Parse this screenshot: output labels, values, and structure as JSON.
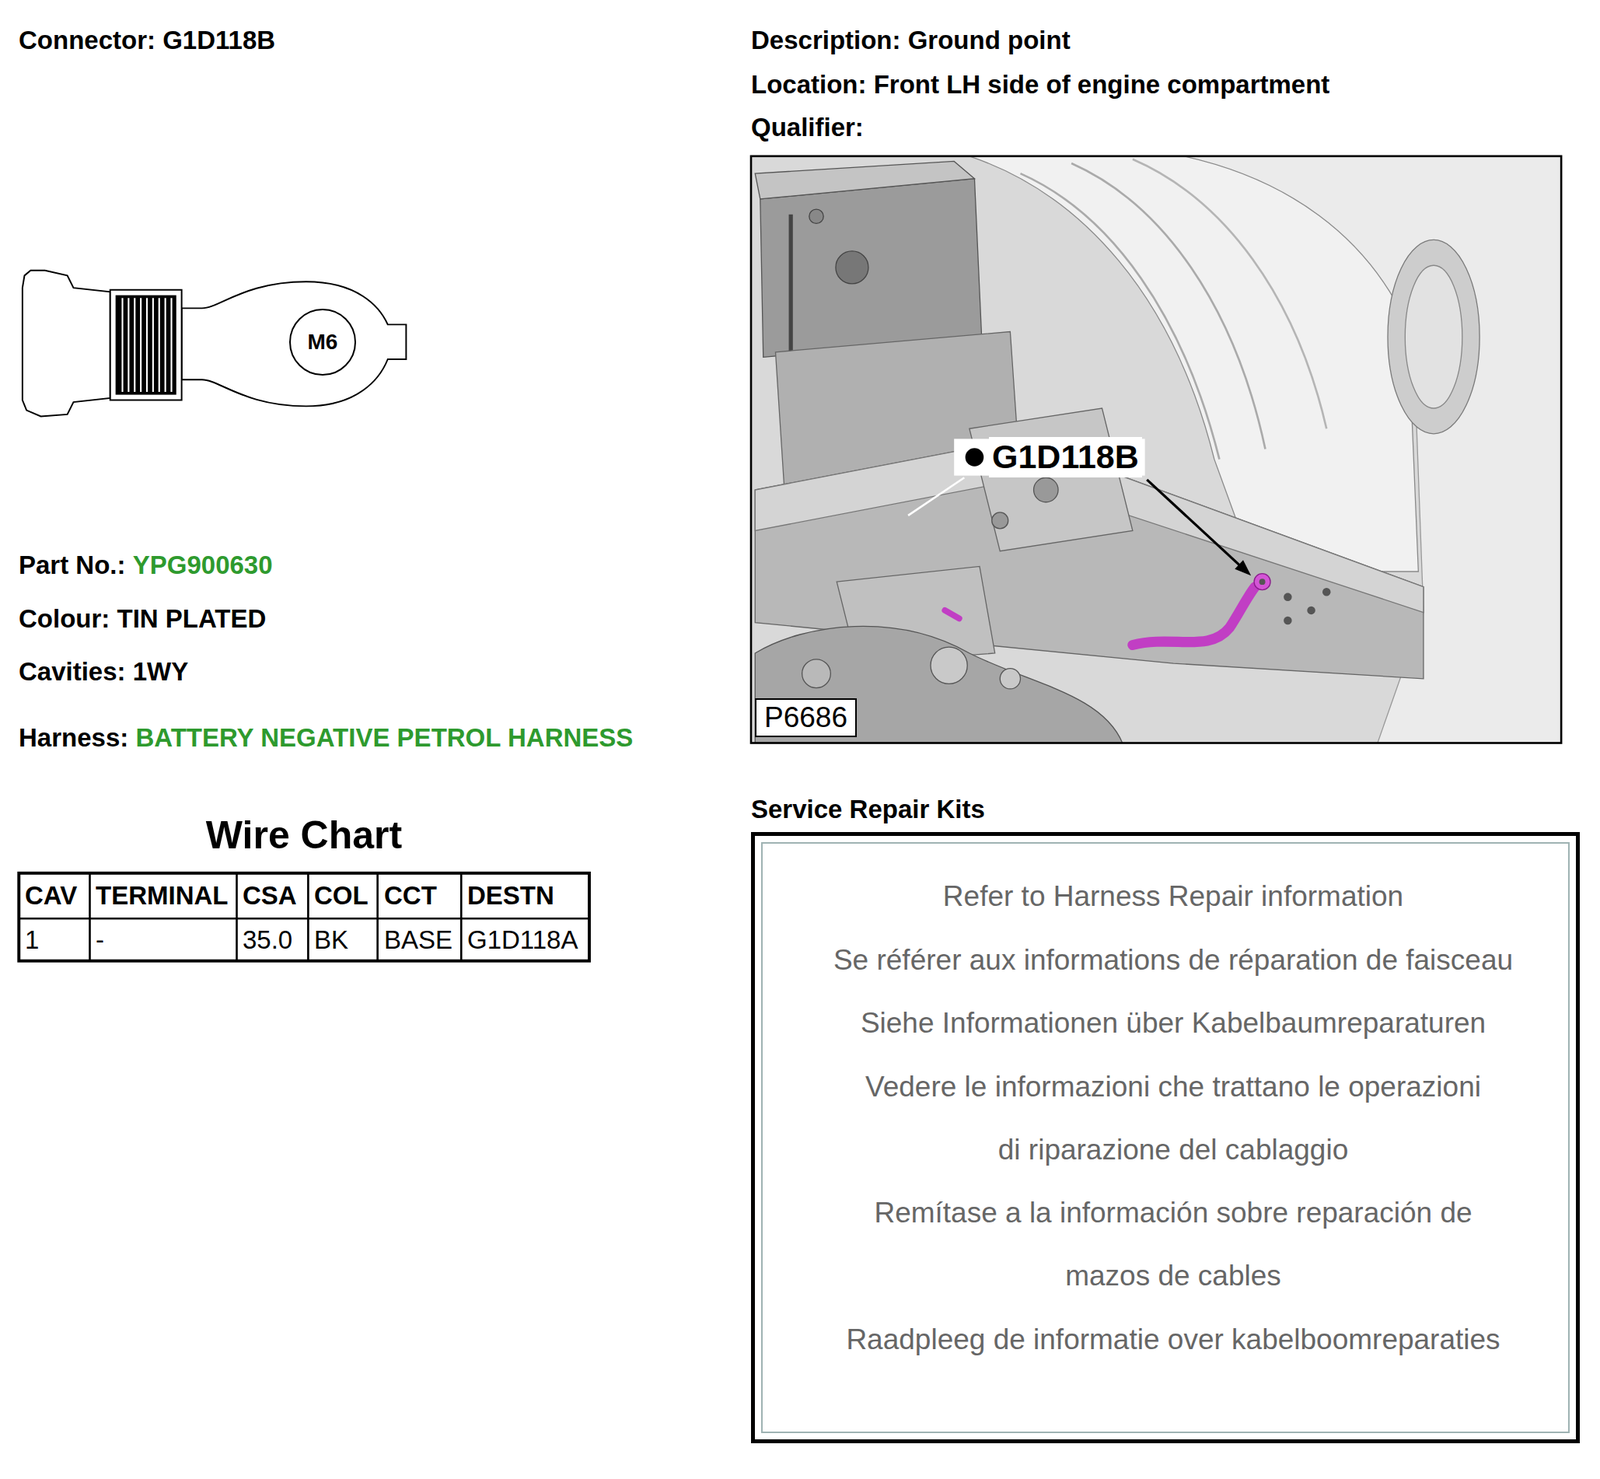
{
  "diagram": {
    "nodes": [
      {
        "text": [
          "M6"
        ]
      },
      {
        "text": [
          "P6686"
        ]
      },
      {
        "text": [
          "Service Repair Kits",
          "Refer to Harness Repair information",
          "Se référer aux informations de réparation de faisceau",
          "Siehe Informationen über Kabelbaumreparaturen",
          "Vedere le informazioni che trattano le operazioni di riparazione del cablaggio",
          "Remítase a la información sobre reparación de mazos de cables",
          "Raadpleeg de informatie over kabelboomreparaties"
        ]
      }
    ],
    "labels": [
      "Connector: G1D118B",
      "Description: Ground point",
      "Location: Front LH side of engine compartment",
      "Qualifier:",
      "Part No.:",
      "YPG900630",
      "Colour: TIN PLATED",
      "Cavities: 1WY",
      "Harness:",
      "BATTERY NEGATIVE PETROL HARNESS",
      "Wire Chart",
      "CAV",
      "TERMINAL",
      "CSA",
      "COL",
      "CCT",
      "DESTN",
      "1",
      "-",
      "35.0",
      "BK",
      "BASE",
      "G1D118A",
      "G1D118B"
    ]
  }
}
